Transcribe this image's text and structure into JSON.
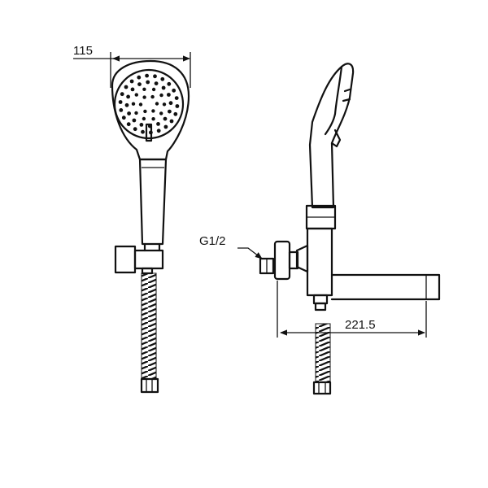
{
  "dimensions": {
    "head_width": "115",
    "spout_length": "221.5"
  },
  "labels": {
    "thread": "G1/2"
  },
  "colors": {
    "line": "#111111",
    "background": "#ffffff"
  }
}
